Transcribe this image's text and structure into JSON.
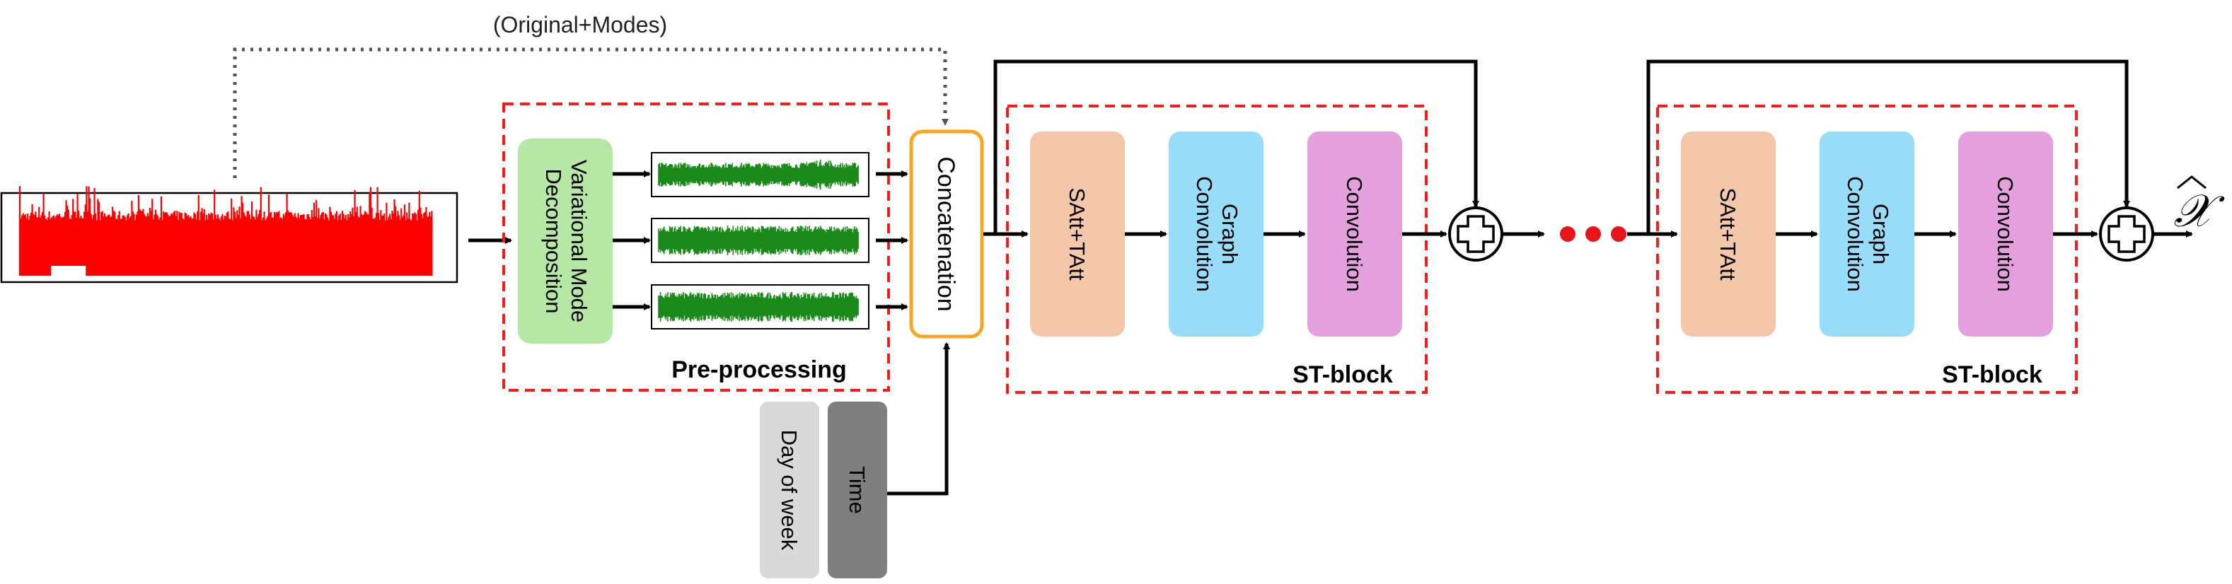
{
  "top_label": "(Original+Modes)",
  "vmd_label_line1": "Variational Mode",
  "vmd_label_line2": "Decomposition",
  "preprocessing_label": "Pre-processing",
  "concatenation_label": "Concatenation",
  "day_of_week_label": "Day of week",
  "time_label": "Time",
  "st_blocks": [
    {
      "satt_label": "SAtt+TAtt",
      "graph_conv_line1": "Graph",
      "graph_conv_line2": "Convolution",
      "conv_label": "Convolution",
      "block_label": "ST-block"
    },
    {
      "satt_label": "SAtt+TAtt",
      "graph_conv_line1": "Graph",
      "graph_conv_line2": "Convolution",
      "conv_label": "Convolution",
      "block_label": "ST-block"
    }
  ],
  "output_label": "𝒳",
  "colors": {
    "input_signal": "#ff0000",
    "mode_signal": "#1a8a1a",
    "vmd_fill": "#b5e8a5",
    "satt_fill": "#f5c7aa",
    "graph_fill": "#99dcf7",
    "conv_fill": "#e4a0dd",
    "concat_border": "#f5a623",
    "dashed_red": "#ff1a1a",
    "day_fill": "#d9d9d9",
    "time_fill": "#7f7f7f",
    "ellipsis_dots": "#e8141b"
  }
}
